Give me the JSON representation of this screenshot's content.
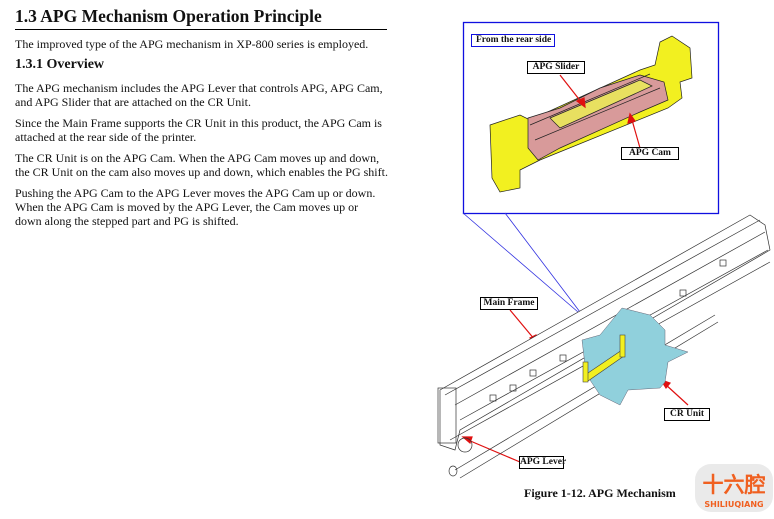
{
  "section": {
    "title": "1.3  APG Mechanism Operation Principle",
    "intro": "The improved type of the APG mechanism in XP-800 series is employed."
  },
  "subsection": {
    "title": "1.3.1  Overview",
    "paragraphs": [
      "The APG mechanism includes the APG Lever that controls APG, APG Cam, and APG Slider that are attached on the CR Unit.",
      "Since the Main Frame supports the CR Unit in this product, the APG Cam is attached at the rear side of the printer.",
      "The CR Unit is on the APG Cam. When the APG Cam moves up and down, the CR Unit on the cam also moves up and down, which enables the PG shift.",
      "Pushing the APG Cam to the APG Lever moves the APG Cam up or down. When the APG Cam is moved by the APG Lever, the Cam moves up or down along the stepped part and PG is shifted."
    ]
  },
  "figure": {
    "inset_title": "From the rear side",
    "labels": {
      "apg_slider": "APG Slider",
      "apg_cam": "APG Cam",
      "main_frame": "Main Frame",
      "cr_unit": "CR Unit",
      "apg_lever": "APG Lever"
    },
    "caption": "Figure 1-12.  APG Mechanism",
    "colors": {
      "inset_border": "#1010e0",
      "arrow": "#e01010",
      "part_yellow": "#f2f020",
      "part_pink": "#d89a9a",
      "cr_unit": "#90d0dc"
    }
  },
  "watermark": {
    "text_cn": "十六腔",
    "text_en": "SHILIUQIANG"
  }
}
